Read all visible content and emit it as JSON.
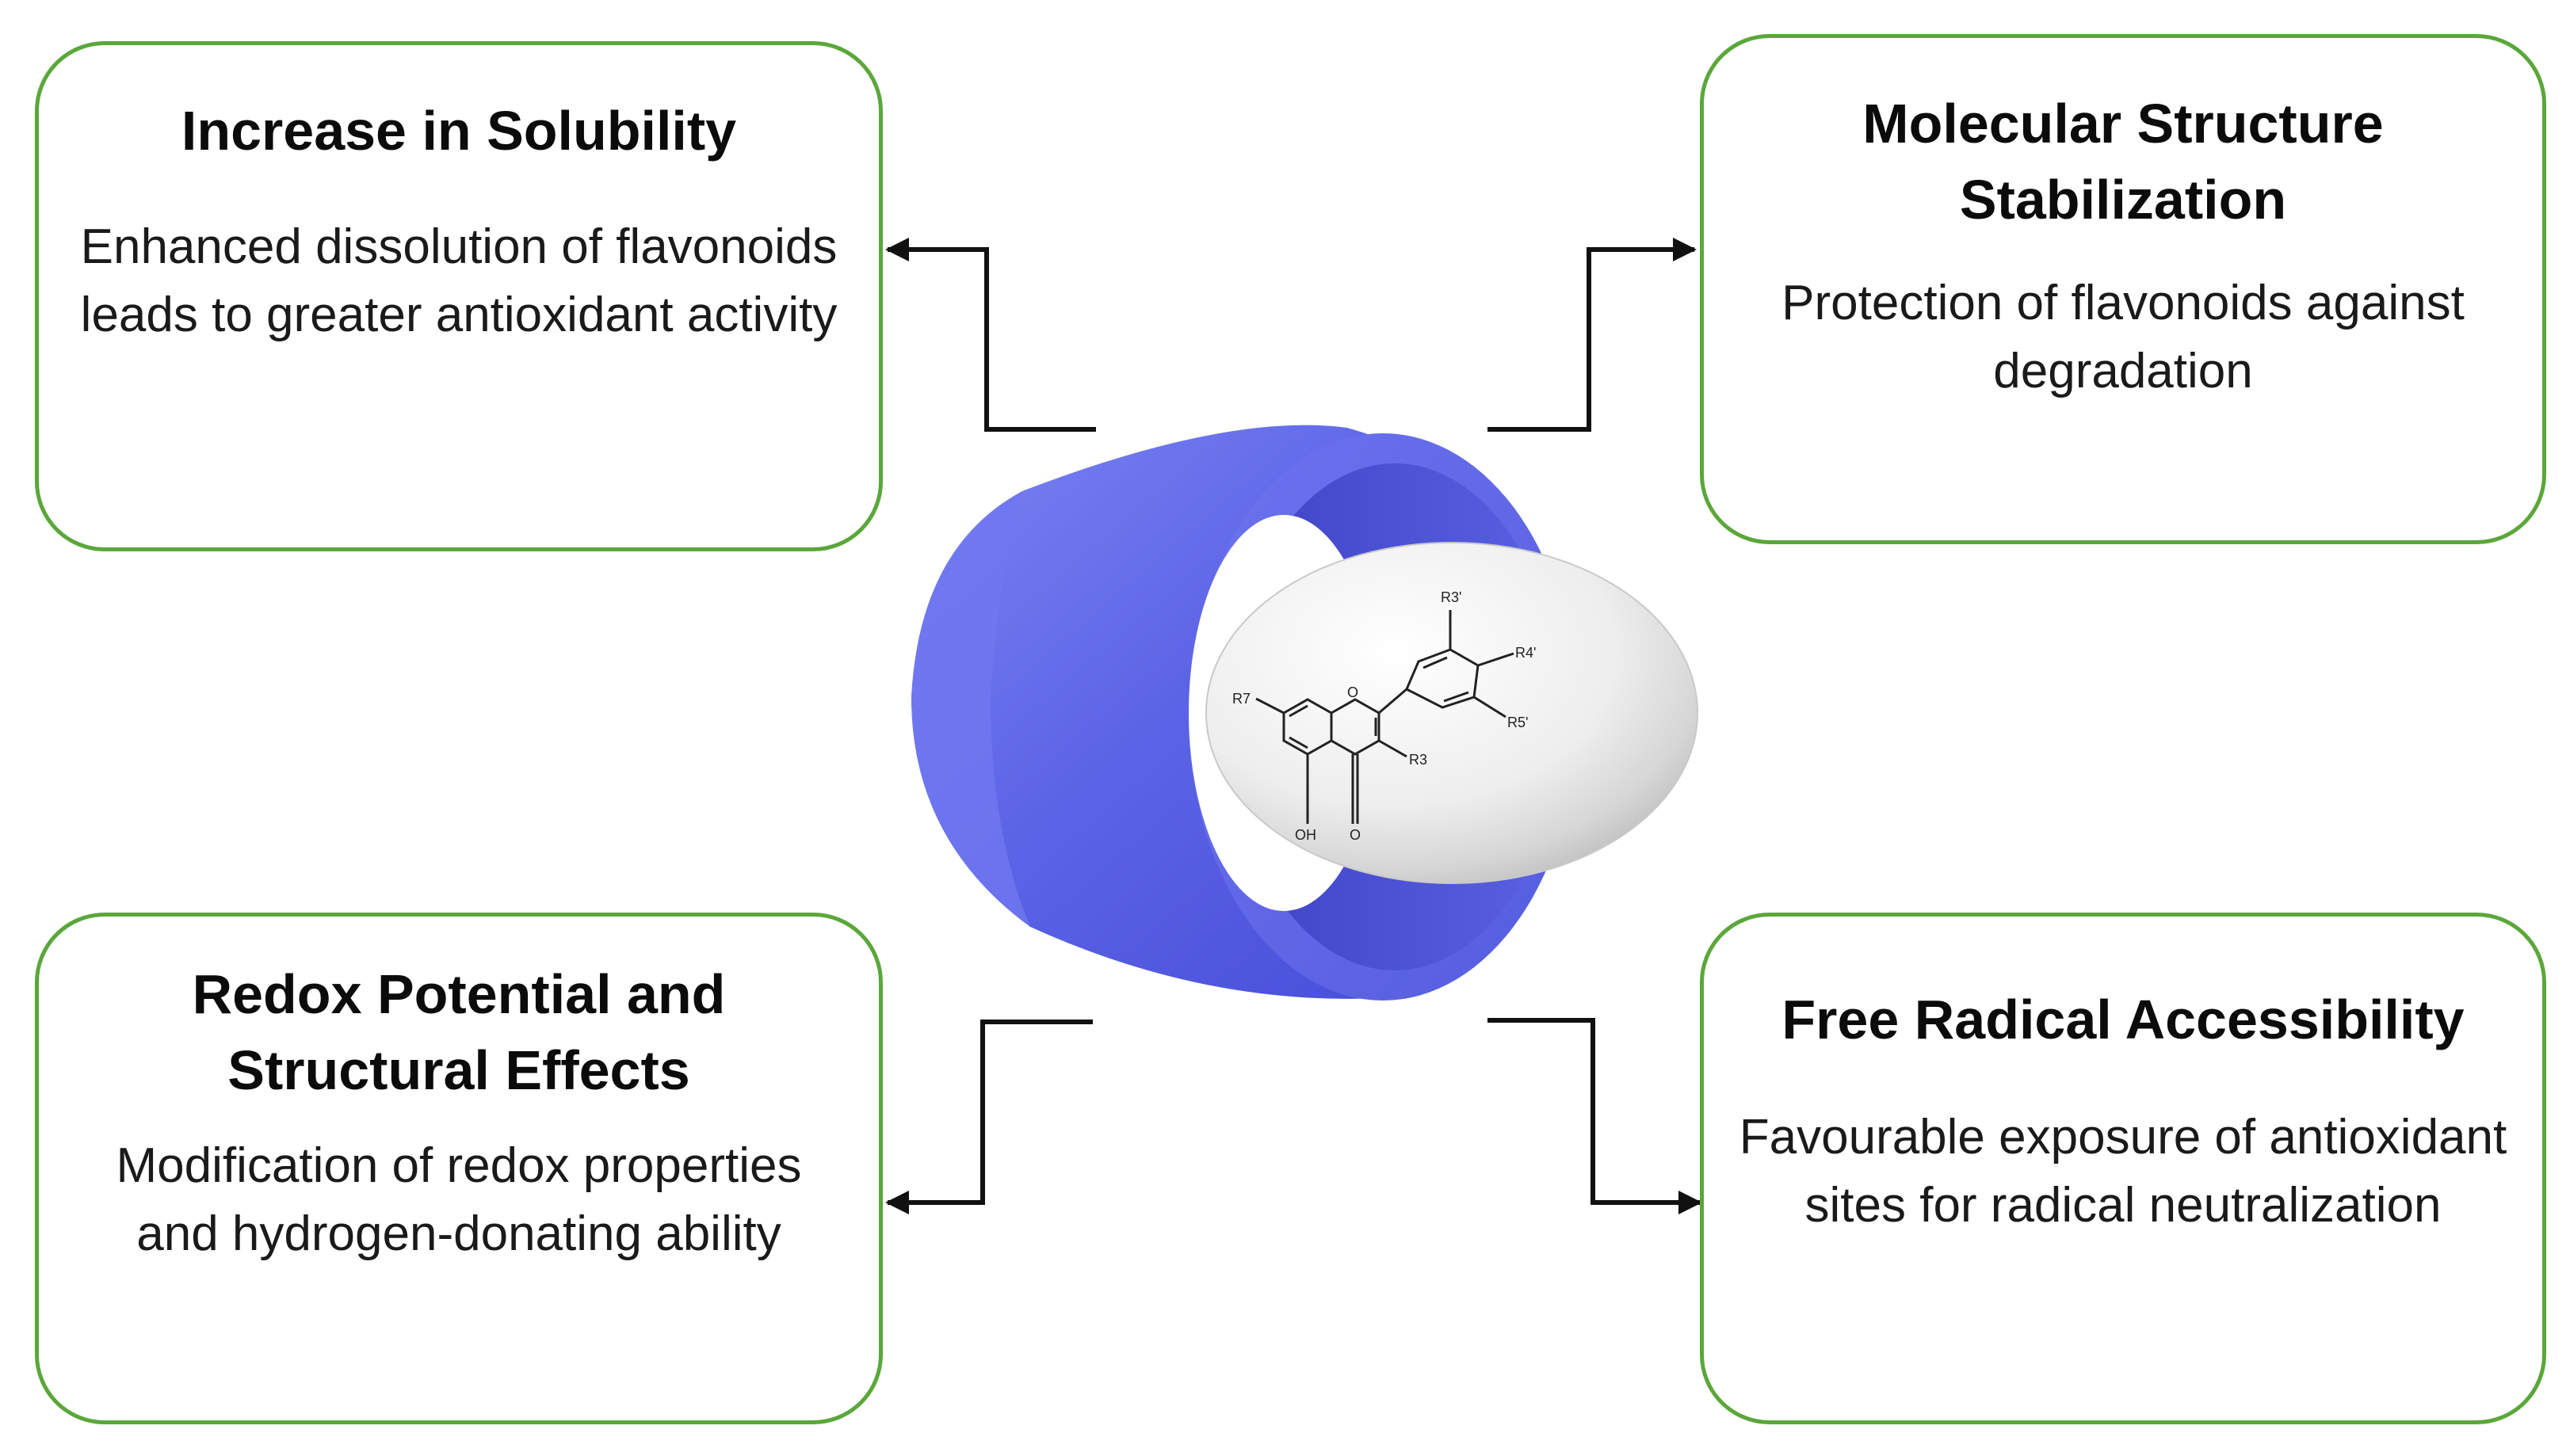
{
  "cards": {
    "top_left": {
      "title": "Increase in Solubility",
      "body": "Enhanced dissolution of flavonoids leads to greater antioxidant activity"
    },
    "top_right": {
      "title": "Molecular Structure Stabilization",
      "body": "Protection of flavonoids against degradation"
    },
    "bottom_left": {
      "title": "Redox Potential and Structural Effects",
      "body": "Modification of redox properties and hydrogen-donating ability"
    },
    "bottom_right": {
      "title": "Free Radical Accessibility",
      "body": "Favourable exposure of antioxidant sites for radical neutralization"
    }
  },
  "molecule": {
    "labels": {
      "r7": "R7",
      "r3p": "R3'",
      "r4p": "R4'",
      "r5p": "R5'",
      "r3": "R3",
      "o": "O",
      "oh": "OH",
      "carbonyl_o": "O"
    }
  },
  "colors": {
    "card_border": "#5aa73a",
    "cyclodextrin": "#5b63e6",
    "arrow": "#111111"
  }
}
